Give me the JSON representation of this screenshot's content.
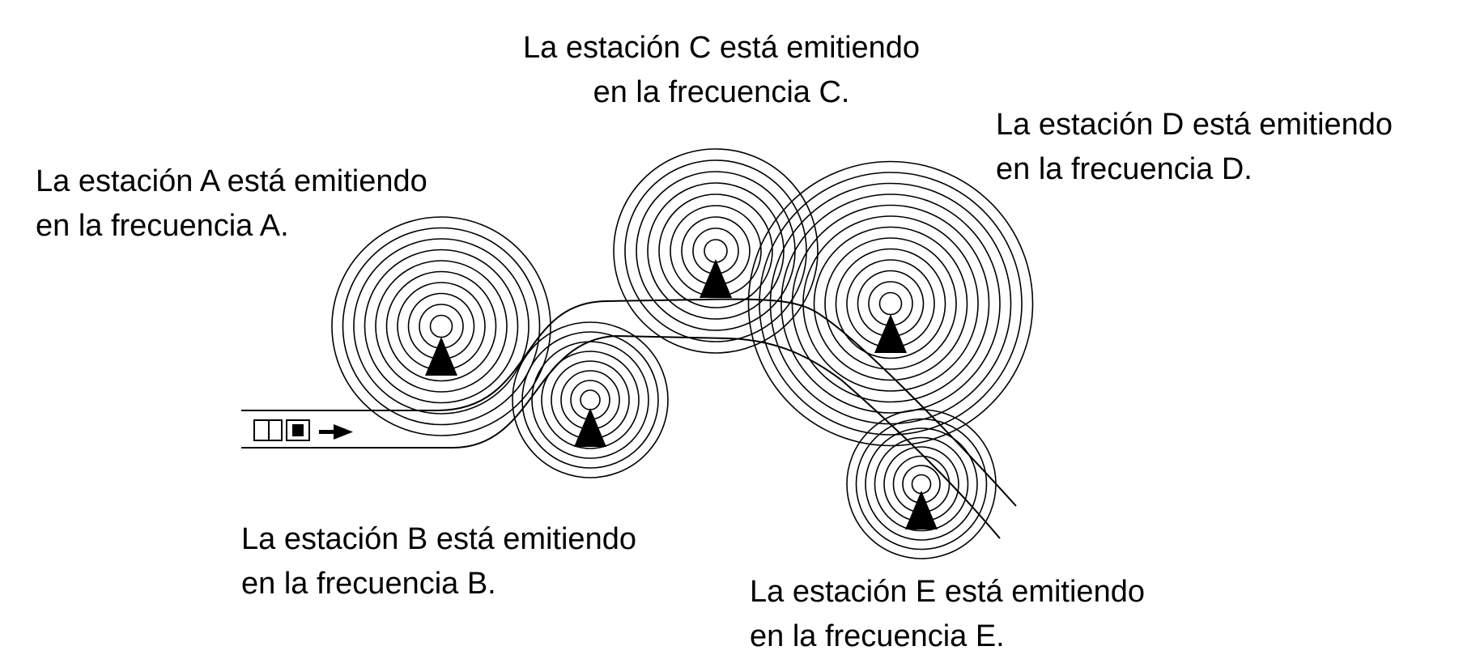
{
  "stations": [
    {
      "id": "A",
      "line1": "La estación A está emitiendo",
      "line2": "en la frecuencia A."
    },
    {
      "id": "B",
      "line1": "La estación B está emitiendo",
      "line2": "en la frecuencia B."
    },
    {
      "id": "C",
      "line1": "La estación C está emitiendo",
      "line2": "en la frecuencia C."
    },
    {
      "id": "D",
      "line1": "La estación D está emitiendo",
      "line2": "en la frecuencia D."
    },
    {
      "id": "E",
      "line1": "La estación E está emitiendo",
      "line2": "en la frecuencia E."
    }
  ],
  "colors": {
    "ink": "#000000",
    "background": "#ffffff"
  },
  "icons": {
    "station": "triangle-transmitter-icon",
    "vehicle": "car-icon",
    "direction": "arrow-right-icon"
  }
}
